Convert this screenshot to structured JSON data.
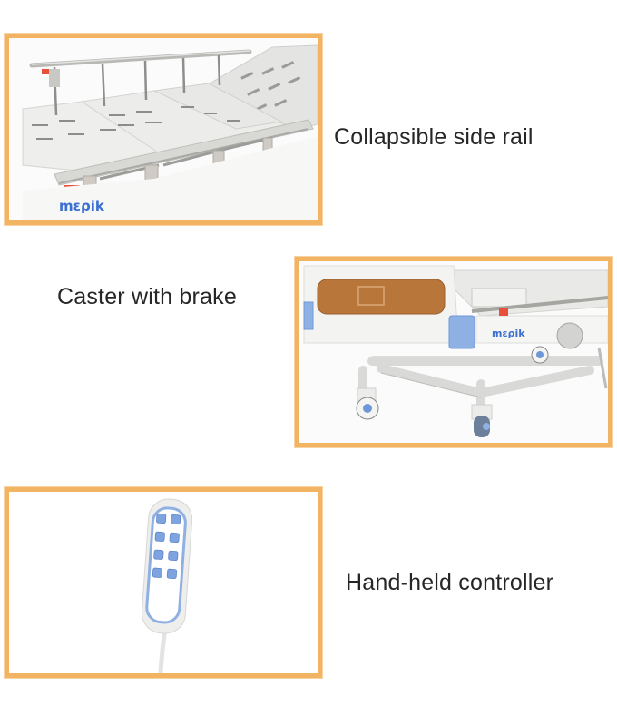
{
  "features": [
    {
      "id": "rail",
      "caption": "Collapsible side rail",
      "image_subject": "bed-with-collapsible-side-rail",
      "brand_logo": "mερik"
    },
    {
      "id": "caster",
      "caption": "Caster with brake",
      "image_subject": "bed-base-with-braked-casters",
      "brand_logo": "mερik"
    },
    {
      "id": "controller",
      "caption": "Hand-held controller",
      "image_subject": "corded-hand-held-remote",
      "button_count": 8
    }
  ],
  "colors": {
    "frame_border": "#f2b463",
    "caption_text": "#262626",
    "accent_blue": "#6f97d8",
    "wood_panel": "#b9763a"
  }
}
